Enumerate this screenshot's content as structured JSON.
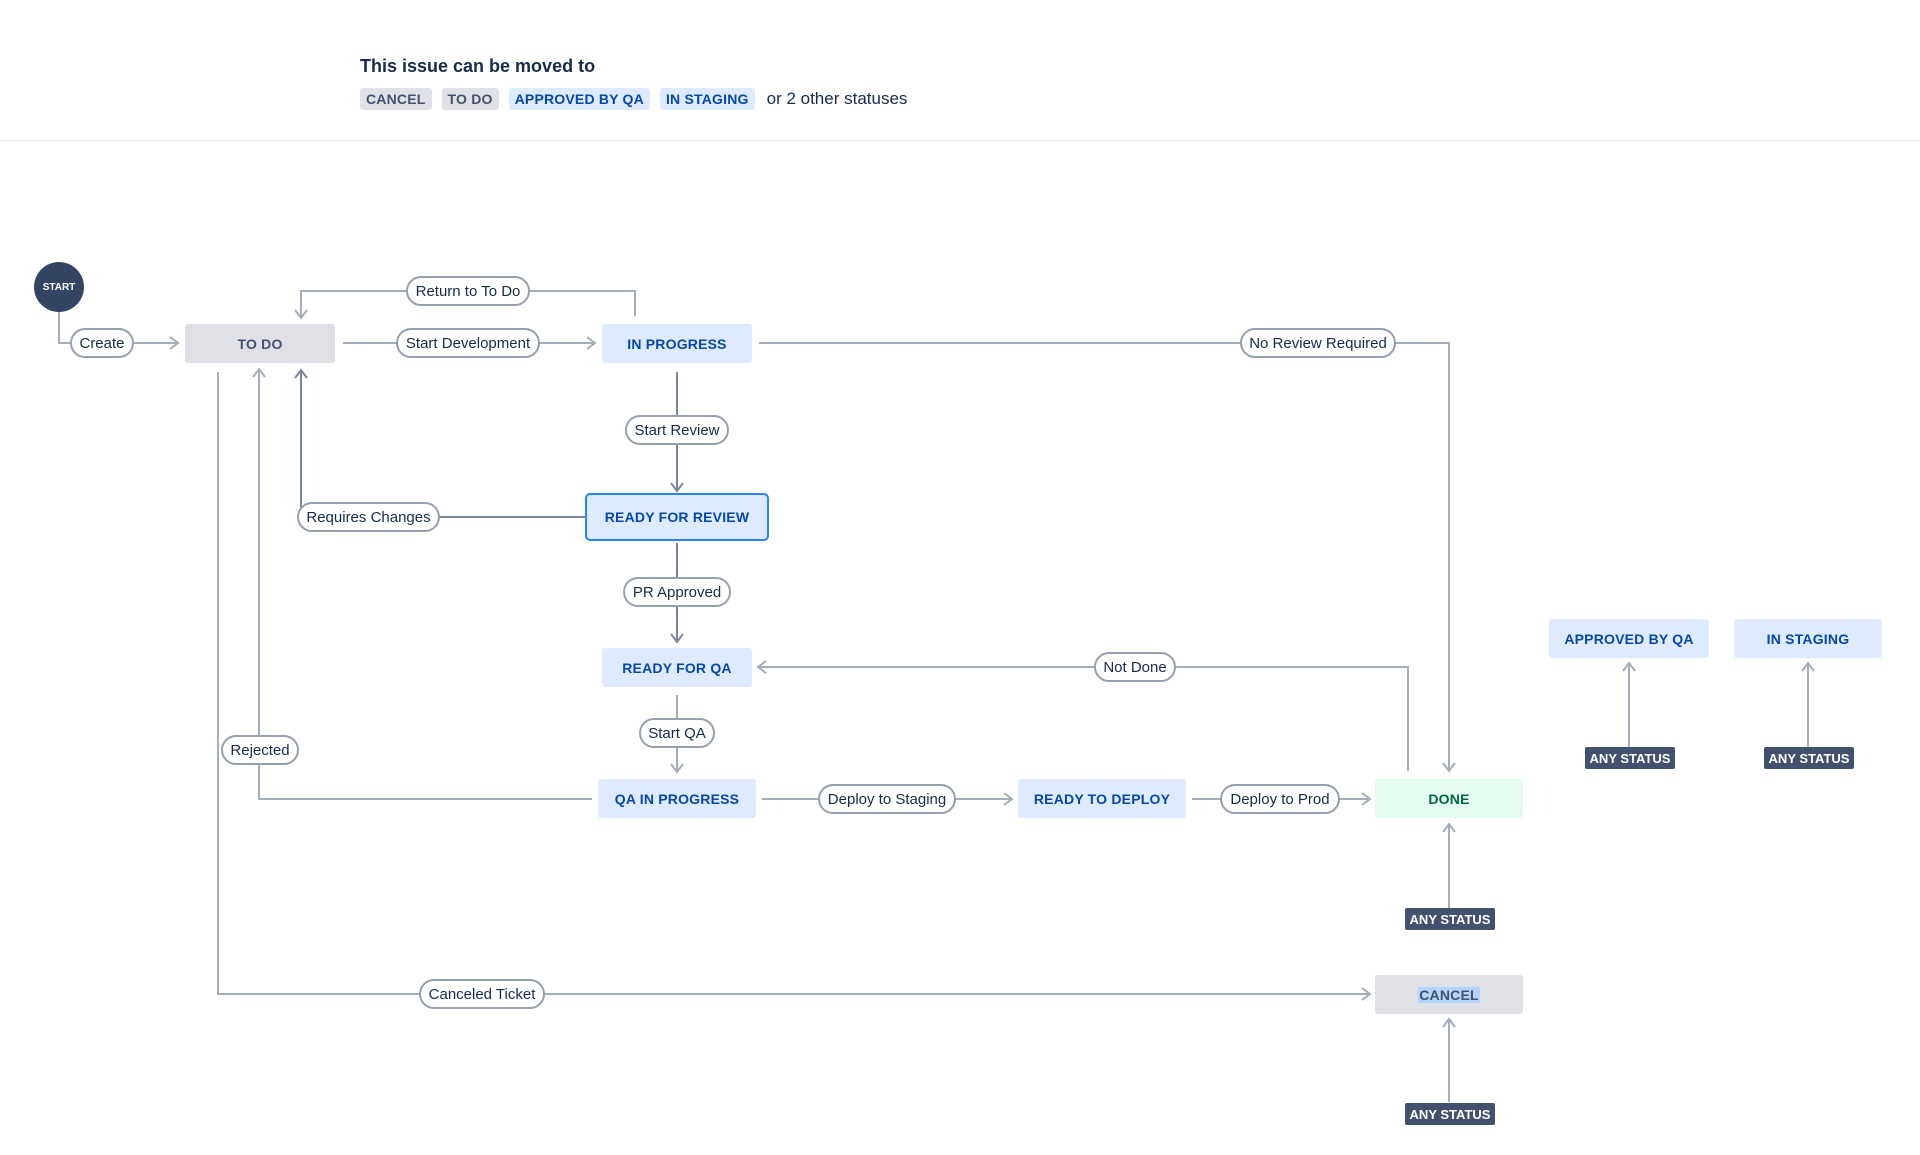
{
  "header": {
    "title": "This issue can be moved to",
    "lozenges": [
      {
        "label": "CANCEL",
        "style": "gray"
      },
      {
        "label": "TO DO",
        "style": "gray"
      },
      {
        "label": "APPROVED BY QA",
        "style": "blue"
      },
      {
        "label": "IN STAGING",
        "style": "blue"
      }
    ],
    "others_text": "or 2 other statuses"
  },
  "diagram": {
    "start_label": "START",
    "statuses": {
      "todo": "TO DO",
      "in_progress": "IN PROGRESS",
      "ready_for_review": "READY FOR REVIEW",
      "ready_for_qa": "READY FOR QA",
      "qa_in_progress": "QA IN PROGRESS",
      "ready_to_deploy": "READY TO DEPLOY",
      "done": "DONE",
      "cancel": "CANCEL",
      "approved_by_qa": "APPROVED BY QA",
      "in_staging": "IN STAGING"
    },
    "transitions": {
      "create": "Create",
      "return_to_todo": "Return to To Do",
      "start_development": "Start Development",
      "no_review_required": "No Review Required",
      "start_review": "Start Review",
      "requires_changes": "Requires Changes",
      "pr_approved": "PR Approved",
      "not_done": "Not Done",
      "start_qa": "Start QA",
      "rejected": "Rejected",
      "deploy_to_staging": "Deploy to Staging",
      "deploy_to_prod": "Deploy to Prod",
      "canceled_ticket": "Canceled Ticket"
    },
    "any_status_label": "ANY STATUS"
  },
  "colors": {
    "line": "#a5adba",
    "status_gray": "#dfe1e6",
    "status_blue": "#deebff",
    "status_green": "#e3fcef",
    "selected_border": "#2684ff",
    "any_status_bg": "#42526e"
  }
}
